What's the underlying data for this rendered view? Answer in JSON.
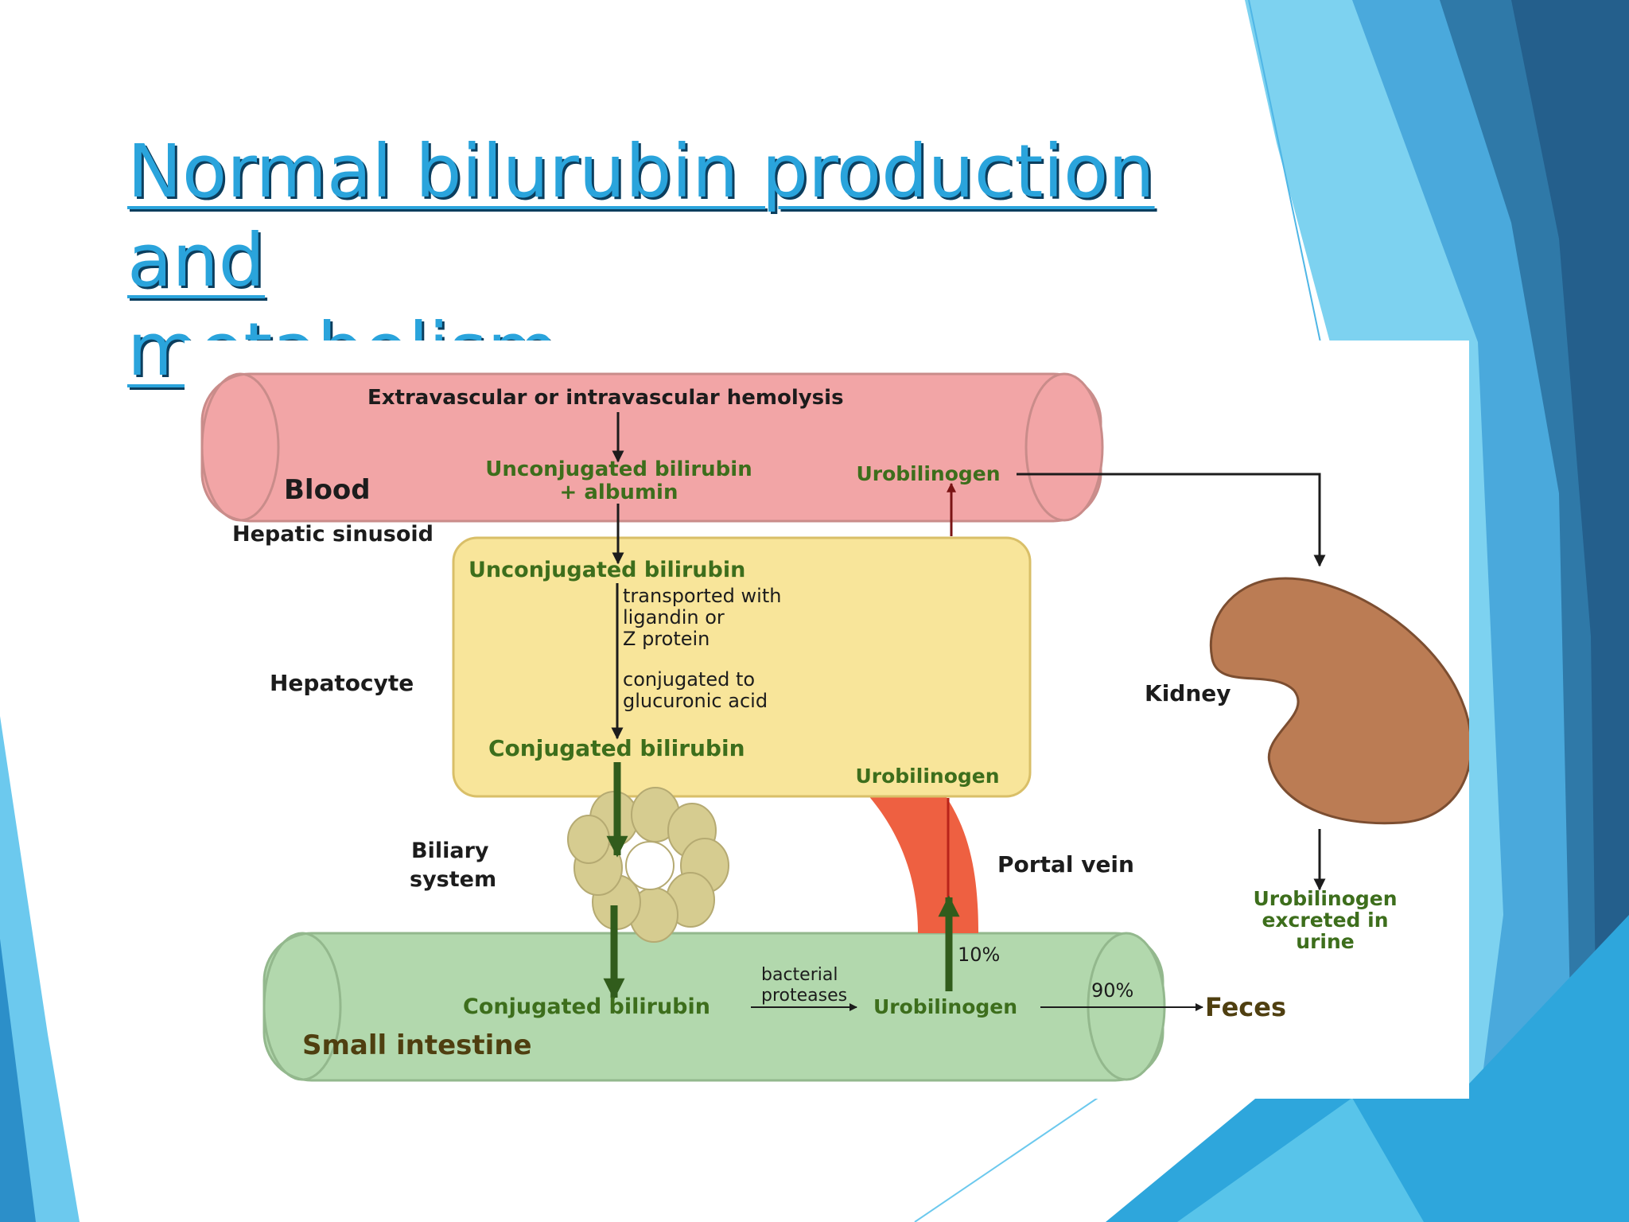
{
  "slide": {
    "title_line1": "Normal bilurubin production and",
    "title_line2": "metabolism"
  },
  "diagram": {
    "hemolysis": "Extravascular or intravascular hemolysis",
    "blood": "Blood",
    "unconj_albumin_line1": "Unconjugated bilirubin",
    "unconj_albumin_line2": "+ albumin",
    "urobilinogen_blood": "Urobilinogen",
    "hepatic_sinusoid": "Hepatic sinusoid",
    "unconj_hepatocyte": "Unconjugated bilirubin",
    "transport_line1": "transported with",
    "transport_line2": "ligandin or",
    "transport_line3": "Z protein",
    "conj_line1": "conjugated to",
    "conj_line2": "glucuronic acid",
    "hepatocyte": "Hepatocyte",
    "conj_bilirubin": "Conjugated bilirubin",
    "urobilinogen_hepatocyte": "Urobilinogen",
    "biliary_line1": "Biliary",
    "biliary_line2": "system",
    "portal_vein": "Portal vein",
    "kidney": "Kidney",
    "urine_line1": "Urobilinogen",
    "urine_line2": "excreted in",
    "urine_line3": "urine",
    "pct_10": "10%",
    "bacterial_line1": "bacterial",
    "bacterial_line2": "proteases",
    "conj_intestine": "Conjugated bilirubin",
    "urobilinogen_intestine": "Urobilinogen",
    "pct_90": "90%",
    "feces": "Feces",
    "small_intestine": "Small intestine"
  },
  "colors": {
    "title": "#2aa4dc",
    "blood_vessel": "#f2a5a6",
    "hepatocyte": "#f8e59a",
    "intestine": "#b2d8ad",
    "kidney": "#bb7c54",
    "portal_vein": "#ee6041",
    "biliary": "#d6cc90",
    "green_label": "#3d6e1c",
    "green_arrow": "#315c1c"
  }
}
